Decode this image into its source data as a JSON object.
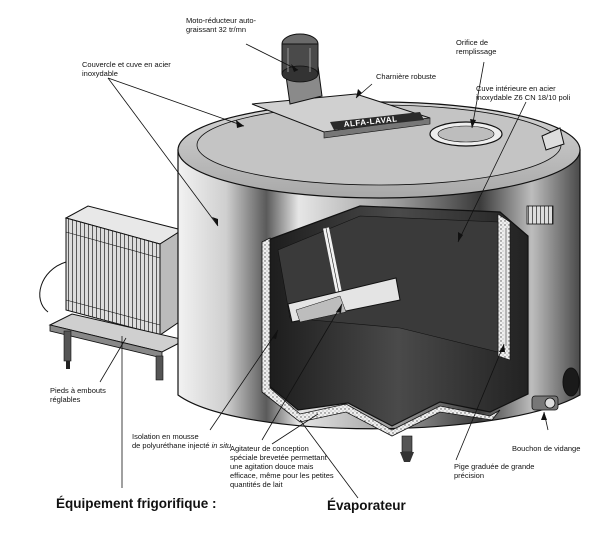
{
  "labels": {
    "moto_reducteur": "Moto-réducteur auto-\ngraissant 32 tr/mn",
    "couvercle": "Couvercle et cuve en acier\ninoxydable",
    "charniere": "Charnière robuste",
    "orifice": "Orifice de\nremplissage",
    "cuve_interieure": "Cuve intérieure en acier\ninoxydable Z6 CN 18/10 poli",
    "pieds": "Pieds à embouts\nréglables",
    "isolation_line1": "Isolation en mousse",
    "isolation_line2_prefix": "de polyuréthane injecté ",
    "isolation_line2_italic": "in situ",
    "agitateur": "Agitateur de conception\nspéciale brevetée permettant\nune agitation douce mais\nefficace, même pour les petites\nquantités de lait",
    "bouchon": "Bouchon de vidange",
    "pige": "Pige graduée de grande\nprécision"
  },
  "titles": {
    "equipement": "Équipement frigorifique :",
    "evaporateur": "Évaporateur"
  },
  "brand": {
    "logo_text": "ALFA-LAVAL"
  },
  "colors": {
    "ink": "#111111",
    "steel_dark": "#2a2a2a",
    "steel_mid": "#7a7a7a",
    "steel_light": "#d8d8d8",
    "background": "#ffffff"
  }
}
